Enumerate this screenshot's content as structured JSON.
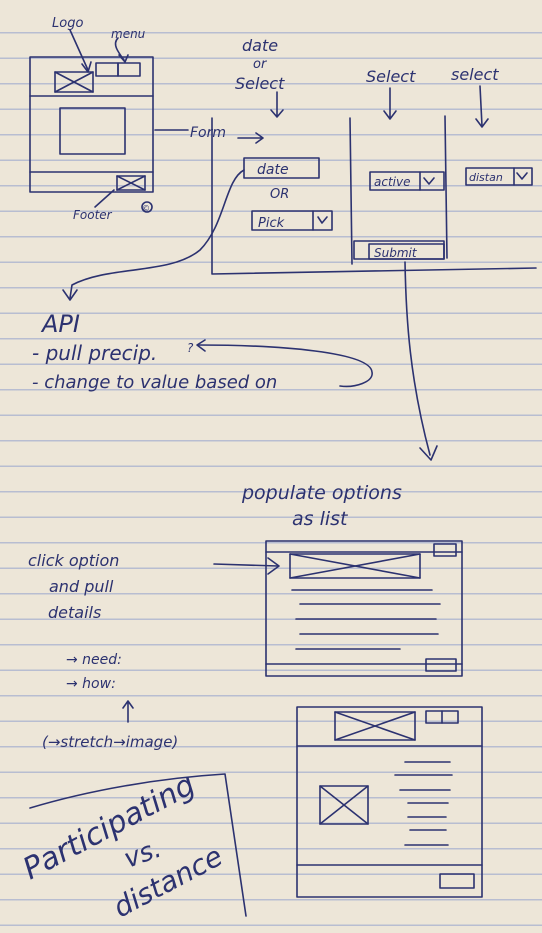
{
  "colors": {
    "paper": "#ede6d8",
    "ink": "#2c3270",
    "rule": "#7f8fd0"
  },
  "labels": {
    "logo": "Logo",
    "menu": "menu",
    "date_or_select": [
      "date",
      "or",
      "Select"
    ],
    "select_1": "Select",
    "select_2": "select",
    "form": "Form",
    "footer": "Footer",
    "copyright": "©"
  },
  "form": {
    "date_field": "date",
    "or": "OR",
    "pick": "Pick",
    "active": "active",
    "distance": "distan",
    "submit": "Submit"
  },
  "api_notes": {
    "title": "API",
    "line1": "- pull precip.",
    "line1_mark": "?",
    "line2": "- change to value based on"
  },
  "list_section": {
    "heading_line1": "populate options",
    "heading_line2": "as list"
  },
  "details_notes": {
    "line1": "click option",
    "line2": "and pull",
    "line3": "details",
    "need": "→ need:",
    "how": "→ how:",
    "stretch": "(→stretch→image)"
  },
  "boxed_note": [
    "Participating",
    "vs.",
    "distance"
  ],
  "icons": [
    "image-placeholder-icon",
    "arrow-icon",
    "dropdown-chevron-icon",
    "copyright-icon"
  ]
}
